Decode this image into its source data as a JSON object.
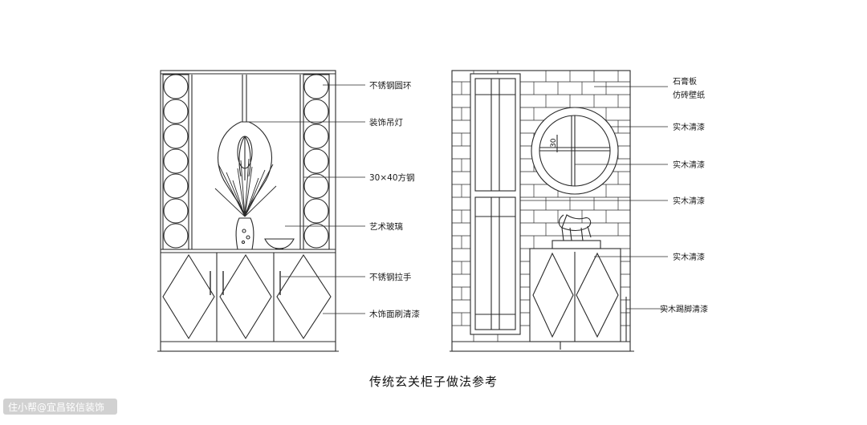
{
  "left_labels": [
    "不锈钢圆环",
    "装饰吊灯",
    "30×40方钢",
    "艺术玻璃",
    "不锈钢拉手",
    "木饰面刷清漆"
  ],
  "right_labels": [
    "石膏板",
    "仿砖壁纸",
    "实木清漆",
    "实木清漆",
    "实木清漆",
    "实木清漆",
    "实木踢脚清漆"
  ],
  "dimension": "30",
  "caption": "传统玄关柜子做法参考",
  "watermark": "住小帮@宜昌铭信装饰",
  "colors": {
    "line": "#2a2a2a",
    "text": "#1a1a1a",
    "background": "#ffffff"
  }
}
